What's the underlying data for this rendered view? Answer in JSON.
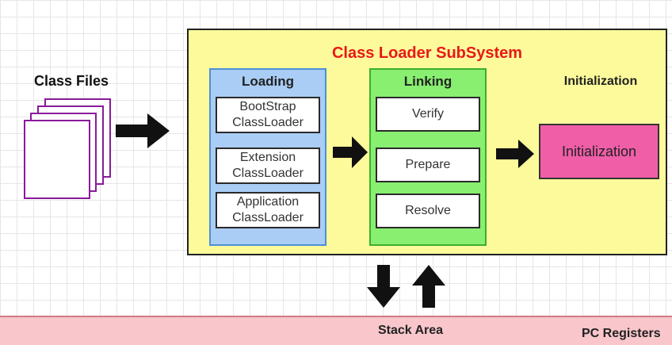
{
  "class_files": {
    "label": "Class Files"
  },
  "subsystem": {
    "title": "Class Loader SubSystem",
    "loading": {
      "title": "Loading",
      "items": [
        "BootStrap\nClassLoader",
        "Extension\nClassLoader",
        "Application\nClassLoader"
      ]
    },
    "linking": {
      "title": "Linking",
      "items": [
        "Verify",
        "Prepare",
        "Resolve"
      ]
    },
    "initialization": {
      "heading": "Initialization",
      "box_label": "Initialization"
    }
  },
  "bottom": {
    "stack_area": "Stack Area",
    "pc_registers": "PC Registers"
  },
  "colors": {
    "subsystem_fill": "#fdfa9b",
    "title_red": "#e81919",
    "loading_blue": "#a9cdf5",
    "linking_green": "#88ef70",
    "initialization_pink": "#f05ea8",
    "page_outline_purple": "#8a1a9b",
    "stack_band_pink": "#f8c6cb"
  }
}
